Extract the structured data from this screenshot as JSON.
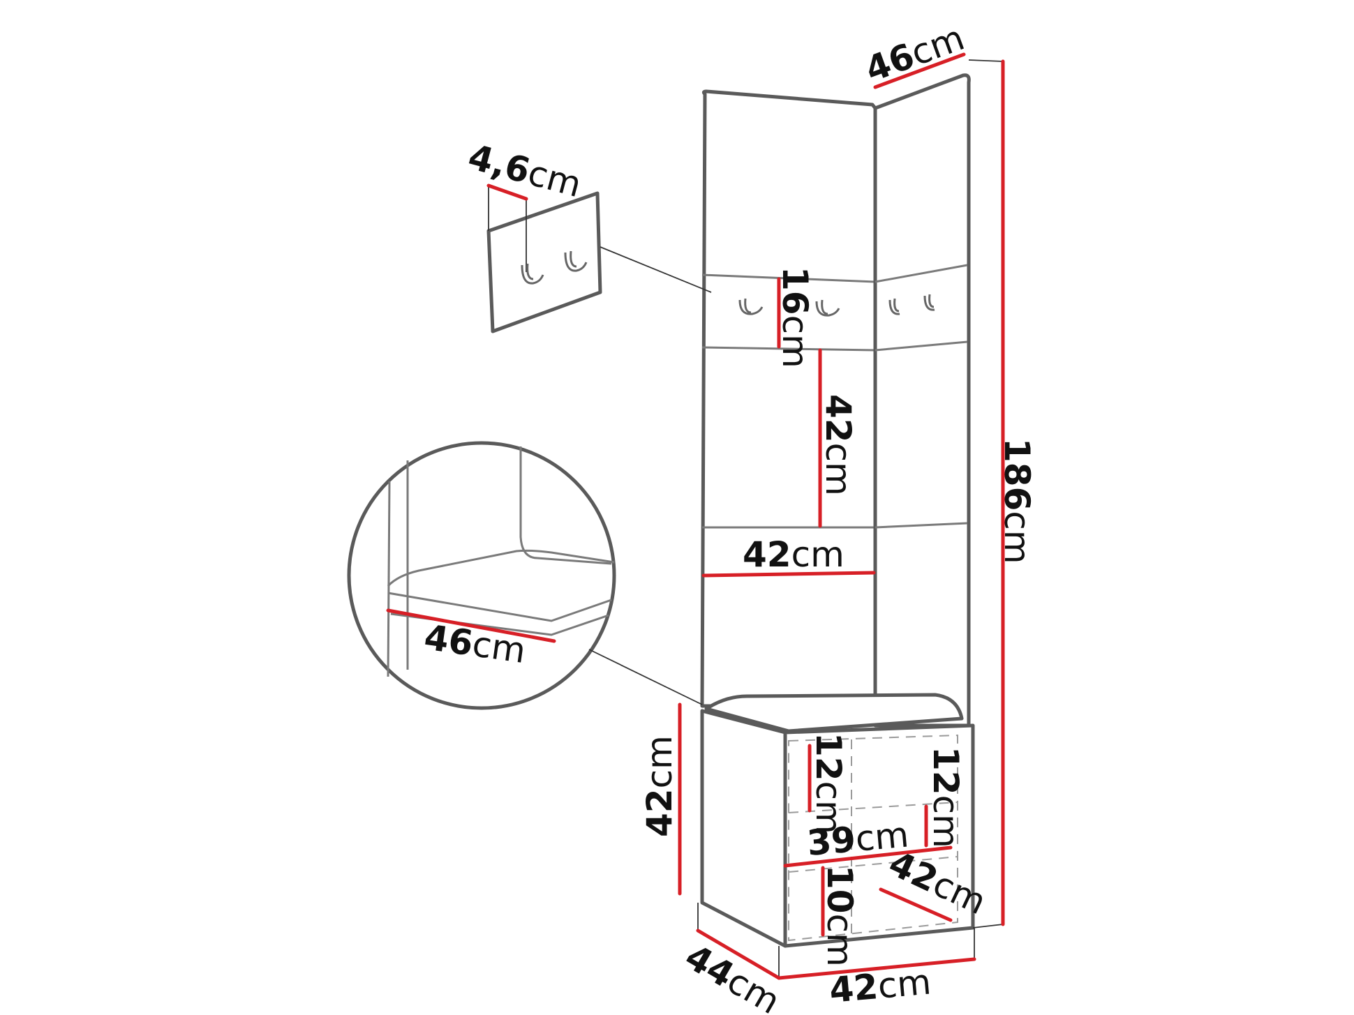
{
  "colors": {
    "dimension_line": "#d71f26",
    "outline": "#5a5a5a"
  },
  "dimensions": {
    "total_height": {
      "value": "186",
      "unit": "cm"
    },
    "corner_panel_depth": {
      "value": "46",
      "unit": "cm"
    },
    "hook_strip_height": {
      "value": "16",
      "unit": "cm"
    },
    "panel_height": {
      "value": "42",
      "unit": "cm"
    },
    "panel_width": {
      "value": "42",
      "unit": "cm"
    },
    "hook_panel_thickness": {
      "value": "4,6",
      "unit": "cm"
    },
    "seat_depth_detail": {
      "value": "46",
      "unit": "cm"
    },
    "cabinet_height": {
      "value": "42",
      "unit": "cm"
    },
    "cabinet_depth": {
      "value": "44",
      "unit": "cm"
    },
    "cabinet_width": {
      "value": "42",
      "unit": "cm"
    },
    "upper_shelf_left": {
      "value": "12",
      "unit": "cm"
    },
    "upper_shelf_right": {
      "value": "12",
      "unit": "cm"
    },
    "shelf_width": {
      "value": "39",
      "unit": "cm"
    },
    "lower_shelf_height": {
      "value": "10",
      "unit": "cm"
    },
    "inner_depth": {
      "value": "42",
      "unit": "cm"
    }
  }
}
